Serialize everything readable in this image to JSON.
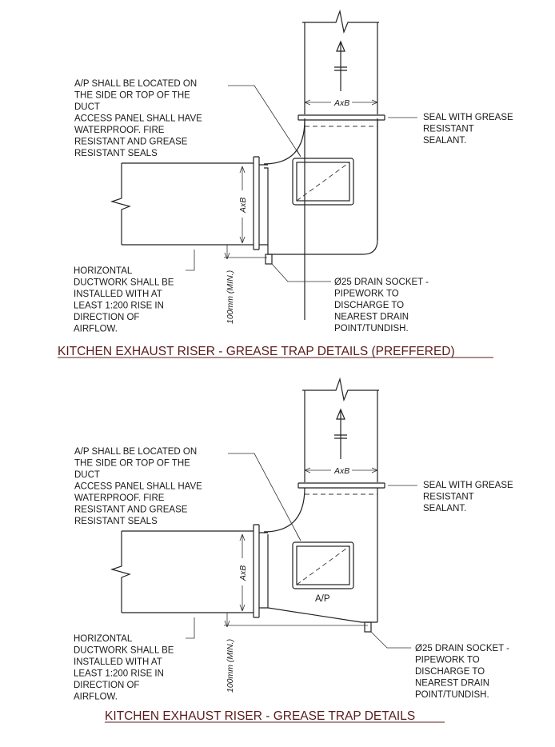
{
  "details": [
    {
      "id": "preferred",
      "ap_note": [
        "A/P SHALL BE LOCATED ON",
        "THE SIDE OR TOP OF THE",
        "DUCT",
        "ACCESS PANEL SHALL HAVE",
        "WATERPROOF.  FIRE",
        "RESISTANT AND GREASE",
        "RESISTANT SEALS"
      ],
      "seal_note": [
        "SEAL WITH GREASE",
        "RESISTANT",
        "SEALANT."
      ],
      "duct_note": [
        "HORIZONTAL",
        "DUCTWORK SHALL BE",
        "INSTALLED WITH AT",
        "LEAST 1:200 RISE IN",
        "DIRECTION OF",
        "AIRFLOW."
      ],
      "drain_note": [
        "Ø25 DRAIN SOCKET -",
        "PIPEWORK TO",
        "DISCHARGE TO",
        "NEAREST DRAIN",
        "POINT/TUNDISH."
      ],
      "dim_riser": "AxB",
      "dim_duct": "AxB",
      "dim_min": "100mm (MIN.)",
      "ap_label": "",
      "title": "KITCHEN EXHAUST RISER - GREASE TRAP DETAILS (PREFFERED)"
    },
    {
      "id": "standard",
      "ap_note": [
        "A/P SHALL BE LOCATED ON",
        "THE SIDE OR TOP OF THE",
        "DUCT",
        "ACCESS PANEL SHALL HAVE",
        "WATERPROOF.  FIRE",
        "RESISTANT AND GREASE",
        "RESISTANT SEALS"
      ],
      "seal_note": [
        "SEAL WITH GREASE",
        "RESISTANT",
        "SEALANT."
      ],
      "duct_note": [
        "HORIZONTAL",
        "DUCTWORK SHALL BE",
        "INSTALLED WITH AT",
        "LEAST 1:200 RISE IN",
        "DIRECTION OF",
        "AIRFLOW."
      ],
      "drain_note": [
        "Ø25 DRAIN SOCKET -",
        "PIPEWORK TO",
        "DISCHARGE TO",
        "NEAREST DRAIN",
        "POINT/TUNDISH."
      ],
      "dim_riser": "AxB",
      "dim_duct": "AxB",
      "dim_min": "100mm (MIN.)",
      "ap_label": "A/P",
      "title": "KITCHEN EXHAUST RISER - GREASE TRAP DETAILS"
    }
  ]
}
